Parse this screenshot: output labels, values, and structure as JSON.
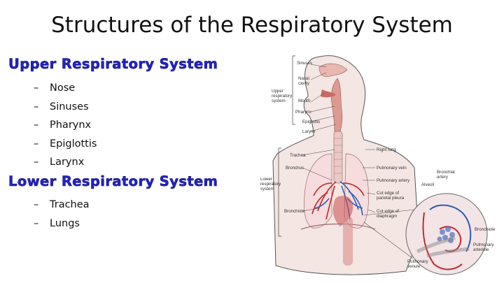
{
  "slide": {
    "title": "Structures of the Respiratory System",
    "upper": {
      "heading": "Upper Respiratory System",
      "items": [
        "Nose",
        "Sinuses",
        "Pharynx",
        "Epiglottis",
        "Larynx"
      ]
    },
    "lower": {
      "heading": "Lower Respiratory System",
      "items": [
        "Trachea",
        "Lungs"
      ]
    },
    "bullet": "–"
  },
  "figure": {
    "labels": {
      "sinuses": "Sinuses",
      "nasal": [
        "Nasal",
        "cavity"
      ],
      "upper_system": [
        "Upper",
        "respiratory",
        "system"
      ],
      "mouth": "Mouth",
      "pharynx": "Pharynx",
      "epiglottis": "Epiglottis",
      "larynx": "Larynx",
      "trachea": "Trachea",
      "bronchus": "Bronchus",
      "lower_system": [
        "Lower",
        "respiratory",
        "system"
      ],
      "bronchiole": "Bronchiole",
      "right_lung": "Right lung",
      "pulmonary_vein": "Pulmonary vein",
      "pulmonary_artery": "Pulmonary artery",
      "parietal_pleura": [
        "Cut edge of",
        "parietal pleura"
      ],
      "diaphragm": [
        "Cut edge of",
        "diaphragm"
      ],
      "bronchial_artery": [
        "Bronchial",
        "artery"
      ],
      "alveoli": "Alveoli",
      "bronchiole_right": "Bronchiole",
      "pulm_arteriole": [
        "Pulmonary",
        "arteriole"
      ],
      "pulm_venule": [
        "Pulmonary",
        "venule"
      ]
    }
  }
}
